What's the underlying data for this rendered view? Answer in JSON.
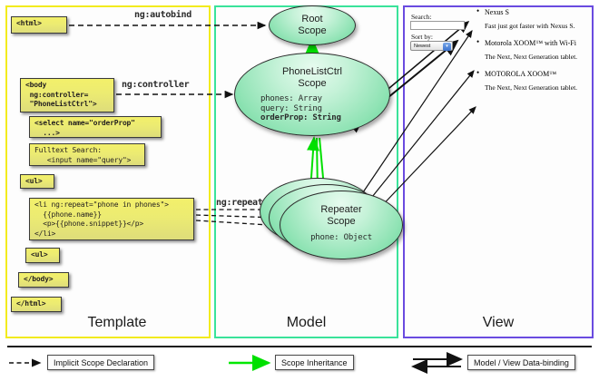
{
  "panels": {
    "template": {
      "label": "Template",
      "border_color": "#f2eb1e"
    },
    "model": {
      "label": "Model",
      "border_color": "#3ae39a"
    },
    "view": {
      "label": "View",
      "border_color": "#6a4be0"
    }
  },
  "template": {
    "code_blocks": [
      {
        "name": "html-open",
        "text": "<html>"
      },
      {
        "name": "body-open",
        "text": "<body\n ng:controller=\n \"PhoneListCtrl\">"
      },
      {
        "name": "select",
        "text": "<select name=\"orderProp\"\n  ...>"
      },
      {
        "name": "fulltext",
        "text": "Fulltext Search:\n   <input name=\"query\">"
      },
      {
        "name": "ul-open",
        "text": "<ul>"
      },
      {
        "name": "li-repeat",
        "text": "<li ng:repeat=\"phone in phones\">\n  {{phone.name}}\n  <p>{{phone.snippet}}</p>\n</li>"
      },
      {
        "name": "ul-close",
        "text": "<ul>"
      },
      {
        "name": "body-close",
        "text": "</body>"
      },
      {
        "name": "html-close",
        "text": "</html>"
      }
    ]
  },
  "edge_labels": {
    "autobind": "ng:autobind",
    "controller": "ng:controller",
    "repeat": "ng:repeat"
  },
  "model": {
    "scopes": [
      {
        "name": "root-scope",
        "title_line1": "Root",
        "title_line2": "Scope",
        "props": []
      },
      {
        "name": "phonelistctrl-scope",
        "title_line1": "PhoneListCtrl",
        "title_line2": "Scope",
        "props": [
          {
            "text": "phones: Array",
            "bold": false
          },
          {
            "text": "query: String",
            "bold": false
          },
          {
            "text": "orderProp: String",
            "bold": true
          }
        ]
      },
      {
        "name": "repeater-scope",
        "title_line1": "Repeater",
        "title_line2": "Scope",
        "props": [
          {
            "text": "phone: Object",
            "bold": false
          }
        ]
      }
    ]
  },
  "view": {
    "search_label": "Search:",
    "search_value": "",
    "search_placeholder": "",
    "sort_label": "Sort by:",
    "sort_selected": "Newest",
    "phones": [
      {
        "name": "Nexus S",
        "snippet": "Fast just got faster with Nexus S."
      },
      {
        "name": "Motorola XOOM™ with Wi-Fi",
        "snippet": "The Next, Next Generation tablet."
      },
      {
        "name": "MOTOROLA XOOM™",
        "snippet": "The Next, Next Generation tablet."
      }
    ]
  },
  "legend": [
    {
      "name": "implicit-scope-declaration",
      "label": "Implicit Scope Declaration",
      "line_style": "dashed",
      "color": "#1a1a1a"
    },
    {
      "name": "scope-inheritance",
      "label": "Scope Inheritance",
      "line_style": "solid",
      "color": "#00e800"
    },
    {
      "name": "model-view-data-binding",
      "label": "Model / View Data-binding",
      "line_style": "double",
      "color": "#111111"
    }
  ]
}
